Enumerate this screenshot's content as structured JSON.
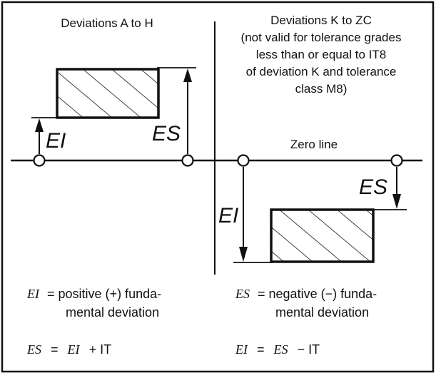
{
  "left": {
    "heading": "Deviations A to H",
    "ei_symbol": "EI",
    "es_symbol": "ES",
    "note": {
      "line1_symbol": "EI",
      "line1_text": "= positive (+) funda-",
      "line2_text": "mental deviation"
    },
    "formula": {
      "lhs": "ES",
      "op": "=",
      "rhs_symbol": "EI",
      "rhs_rest": "+ IT"
    }
  },
  "right": {
    "heading_lines": [
      "Deviations K to ZC",
      "(not valid for tolerance grades",
      "less than or equal to IT8",
      "of deviation K and tolerance",
      "class M8)"
    ],
    "zero_line_label": "Zero line",
    "es_symbol": "ES",
    "ei_symbol": "EI",
    "note": {
      "line1_symbol": "ES",
      "line1_text": "= negative (−) funda-",
      "line2_text": "mental deviation"
    },
    "formula": {
      "lhs": "EI",
      "op": "=",
      "rhs_symbol": "ES",
      "rhs_rest": "− IT"
    }
  }
}
